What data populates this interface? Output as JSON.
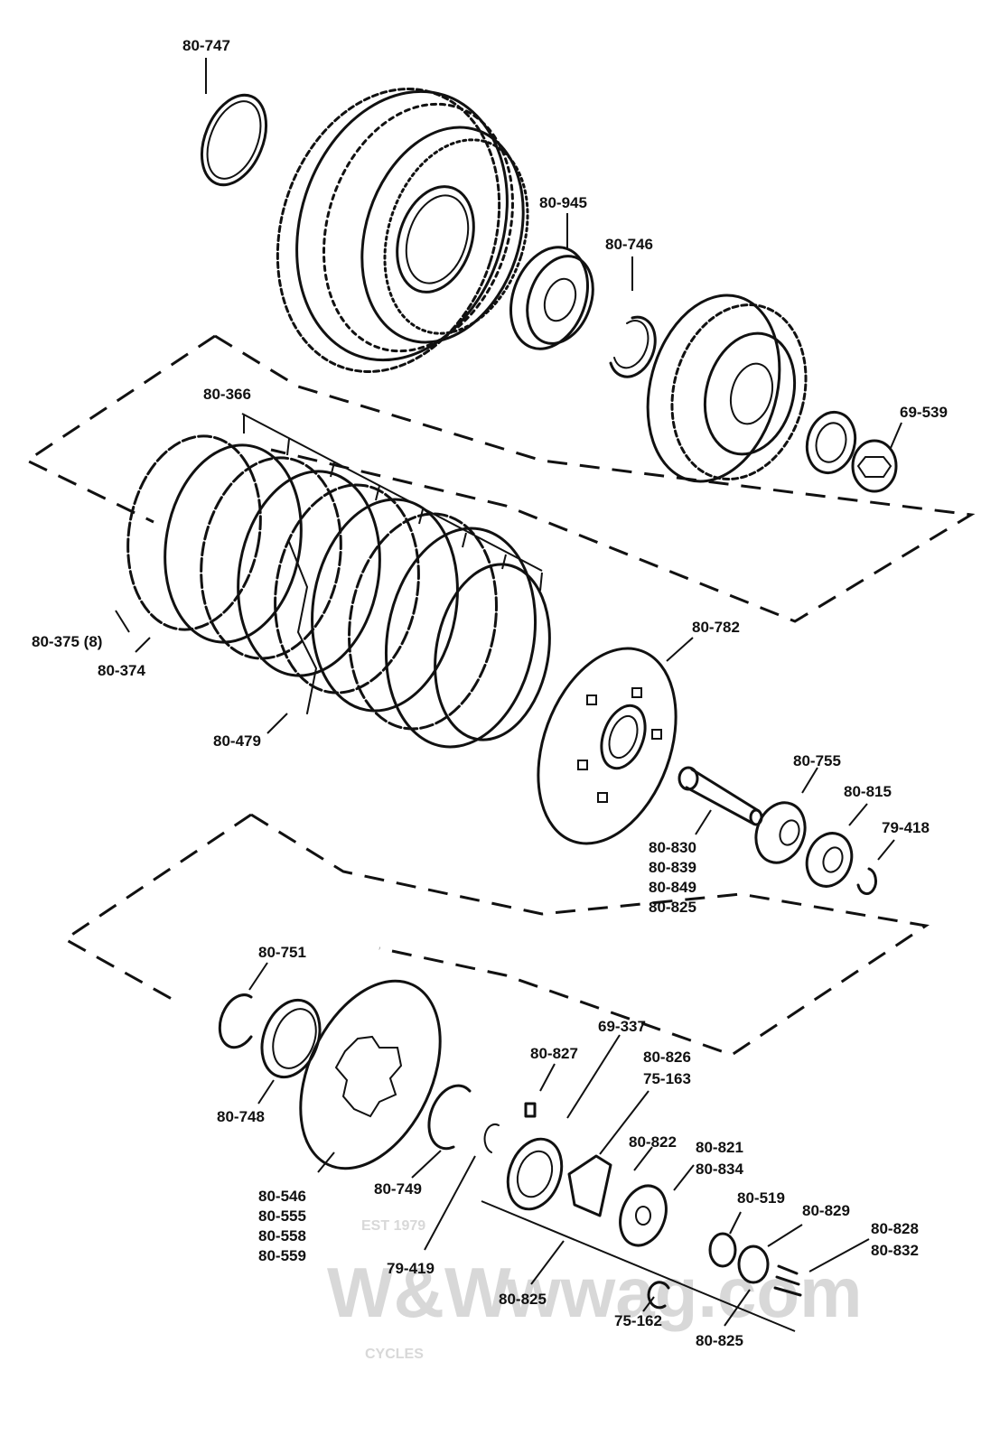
{
  "diagram": {
    "labels": [
      {
        "id": "p80747",
        "text": "80-747"
      },
      {
        "id": "p80945",
        "text": "80-945"
      },
      {
        "id": "p80746",
        "text": "80-746"
      },
      {
        "id": "p69539",
        "text": "69-539"
      },
      {
        "id": "p80366",
        "text": "80-366"
      },
      {
        "id": "p80375",
        "text": "80-375 (8)"
      },
      {
        "id": "p80374",
        "text": "80-374"
      },
      {
        "id": "p80479",
        "text": "80-479"
      },
      {
        "id": "p80782",
        "text": "80-782"
      },
      {
        "id": "p80755",
        "text": "80-755"
      },
      {
        "id": "p80815",
        "text": "80-815"
      },
      {
        "id": "p79418",
        "text": "79-418"
      },
      {
        "id": "p80830",
        "text": "80-830"
      },
      {
        "id": "p80839",
        "text": "80-839"
      },
      {
        "id": "p80849",
        "text": "80-849"
      },
      {
        "id": "p80825a",
        "text": "80-825"
      },
      {
        "id": "p80751",
        "text": "80-751"
      },
      {
        "id": "p80748",
        "text": "80-748"
      },
      {
        "id": "p69337",
        "text": "69-337"
      },
      {
        "id": "p80827",
        "text": "80-827"
      },
      {
        "id": "p80826",
        "text": "80-826"
      },
      {
        "id": "p75163",
        "text": "75-163"
      },
      {
        "id": "p80822",
        "text": "80-822"
      },
      {
        "id": "p80821",
        "text": "80-821"
      },
      {
        "id": "p80834",
        "text": "80-834"
      },
      {
        "id": "p80519",
        "text": "80-519"
      },
      {
        "id": "p80829",
        "text": "80-829"
      },
      {
        "id": "p80828",
        "text": "80-828"
      },
      {
        "id": "p80832",
        "text": "80-832"
      },
      {
        "id": "p80546",
        "text": "80-546"
      },
      {
        "id": "p80555",
        "text": "80-555"
      },
      {
        "id": "p80558",
        "text": "80-558"
      },
      {
        "id": "p80559",
        "text": "80-559"
      },
      {
        "id": "p80749",
        "text": "80-749"
      },
      {
        "id": "p79419",
        "text": "79-419"
      },
      {
        "id": "p80825b",
        "text": "80-825"
      },
      {
        "id": "p75162",
        "text": "75-162"
      },
      {
        "id": "p80825c",
        "text": "80-825"
      }
    ]
  },
  "watermark": {
    "est": "EST 1979",
    "brand": "W&W",
    "cycles": "CYCLES",
    "site": "wwag.com"
  }
}
